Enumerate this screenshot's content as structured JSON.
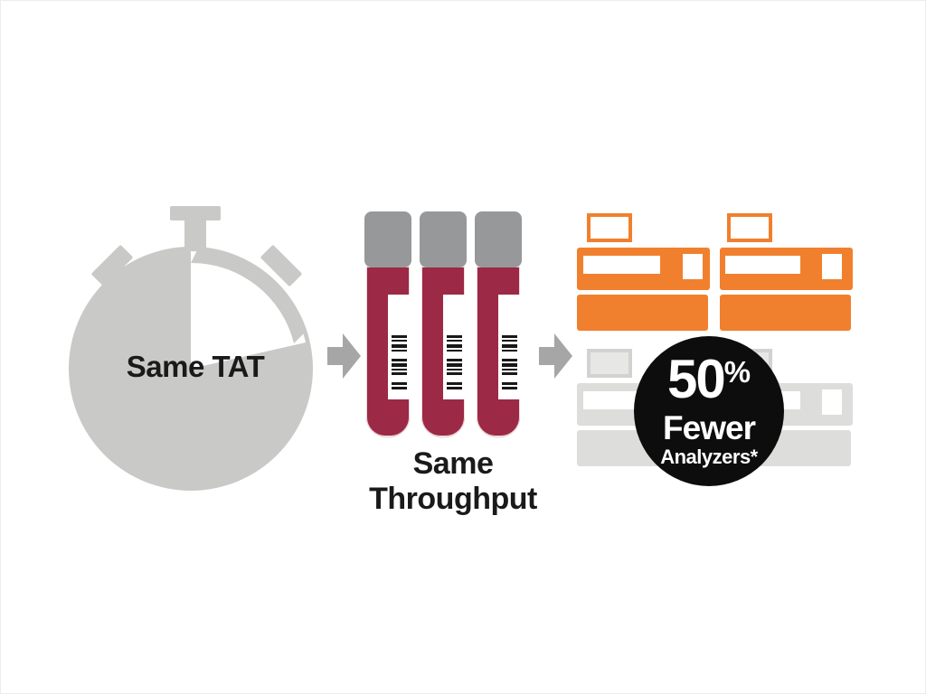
{
  "title": "Lab efficiency infographic",
  "steps": {
    "tat": {
      "label": "Same TAT",
      "icon": "stopwatch-icon"
    },
    "throughput": {
      "label_line1": "Same",
      "label_line2": "Throughput",
      "icon": "blood-tube-icon",
      "tube_count": 3
    },
    "analyzers": {
      "orange_analyzer_count": 2,
      "gray_analyzer_count": 2,
      "icon": "analyzer-icon"
    }
  },
  "badge": {
    "number": "50",
    "percent_sign": "%",
    "line2": "Fewer",
    "line3": "Analyzers*"
  },
  "colors": {
    "stopwatch_gray": "#c9c9c8",
    "tube_cap_gray": "#97989a",
    "tube_glass": "#e9e8e5",
    "blood_red": "#9c2945",
    "analyzer_orange": "#f0802e",
    "analyzer_gray": "#dddddc",
    "arrow_gray": "#a6a6a6",
    "badge_black": "#0d0d0d",
    "text_black": "#1a1a1a",
    "background": "#ffffff"
  }
}
